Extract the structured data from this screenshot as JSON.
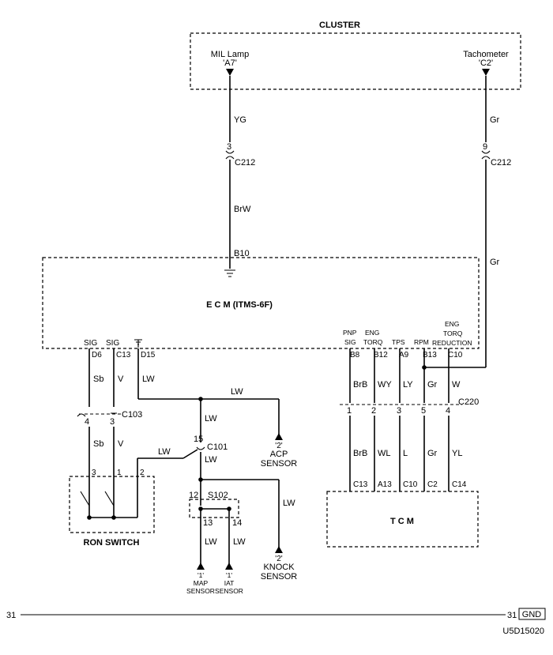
{
  "cluster": {
    "title": "CLUSTER",
    "mil_lamp": "MIL Lamp",
    "mil_pin": "'A7'",
    "tach": "Tachometer",
    "tach_pin": "'C2'"
  },
  "wires": {
    "yg": "YG",
    "brw": "BrW",
    "gr_top": "Gr",
    "gr_mid": "Gr",
    "sb1": "Sb",
    "v1": "V",
    "sb2": "Sb",
    "v2": "V",
    "lw_d15": "LW",
    "lw_acp": "LW",
    "lw_mid": "LW",
    "lw_ron": "LW",
    "lw_s102": "LW",
    "lw_knock": "LW",
    "lw_map": "LW",
    "lw_iat": "LW",
    "brb1": "BrB",
    "wy": "WY",
    "ly": "LY",
    "gr_b13": "Gr",
    "w": "W",
    "brb2": "BrB",
    "wl": "WL",
    "l": "L",
    "gr_c2": "Gr",
    "yl": "YL"
  },
  "connectors": {
    "c212_a": "C212",
    "c212_b": "C212",
    "pin3": "3",
    "pin9": "9",
    "b10": "B10",
    "c103": "C103",
    "c103_4": "4",
    "c103_3": "3",
    "c101": "C101",
    "c101_15": "15",
    "c220": "C220",
    "c220_1": "1",
    "c220_2": "2",
    "c220_3": "3",
    "c220_5": "5",
    "c220_4": "4",
    "s102": "S102",
    "s102_12": "12",
    "s102_13": "13",
    "s102_14": "14"
  },
  "ecm": {
    "title": "E  C  M (ITMS-6F)",
    "sig1": "SIG",
    "sig2": "SIG",
    "d6": "D6",
    "c13": "C13",
    "d15": "D15",
    "pnp": "PNP",
    "pnp_sig": "SIG",
    "eng1": "ENG",
    "torq1": "TORQ",
    "tps": "TPS",
    "rpm": "RPM",
    "eng2": "ENG",
    "torq2": "TORQ",
    "reduction": "REDUCTION",
    "b8": "B8",
    "b12": "B12",
    "a9": "A9",
    "b13": "B13",
    "c10": "C10"
  },
  "ron": {
    "title": "RON SWITCH",
    "p3": "3",
    "p1": "1",
    "p2": "2"
  },
  "tcm": {
    "title": "T  C  M",
    "c13": "C13",
    "a13": "A13",
    "c10": "C10",
    "c2": "C2",
    "c14": "C14"
  },
  "sensors": {
    "acp_pin": "'2'",
    "acp_1": "ACP",
    "acp_2": "SENSOR",
    "knock_pin": "'2'",
    "knock_1": "KNOCK",
    "knock_2": "SENSOR",
    "map_pin": "'1'",
    "map_1": "MAP",
    "map_2": "SENSOR",
    "iat_pin": "'1'",
    "iat_1": "IAT",
    "iat_2": "SENSOR"
  },
  "footer": {
    "left_num": "31",
    "right_num": "31",
    "gnd": "GND",
    "code": "U5D15020"
  }
}
